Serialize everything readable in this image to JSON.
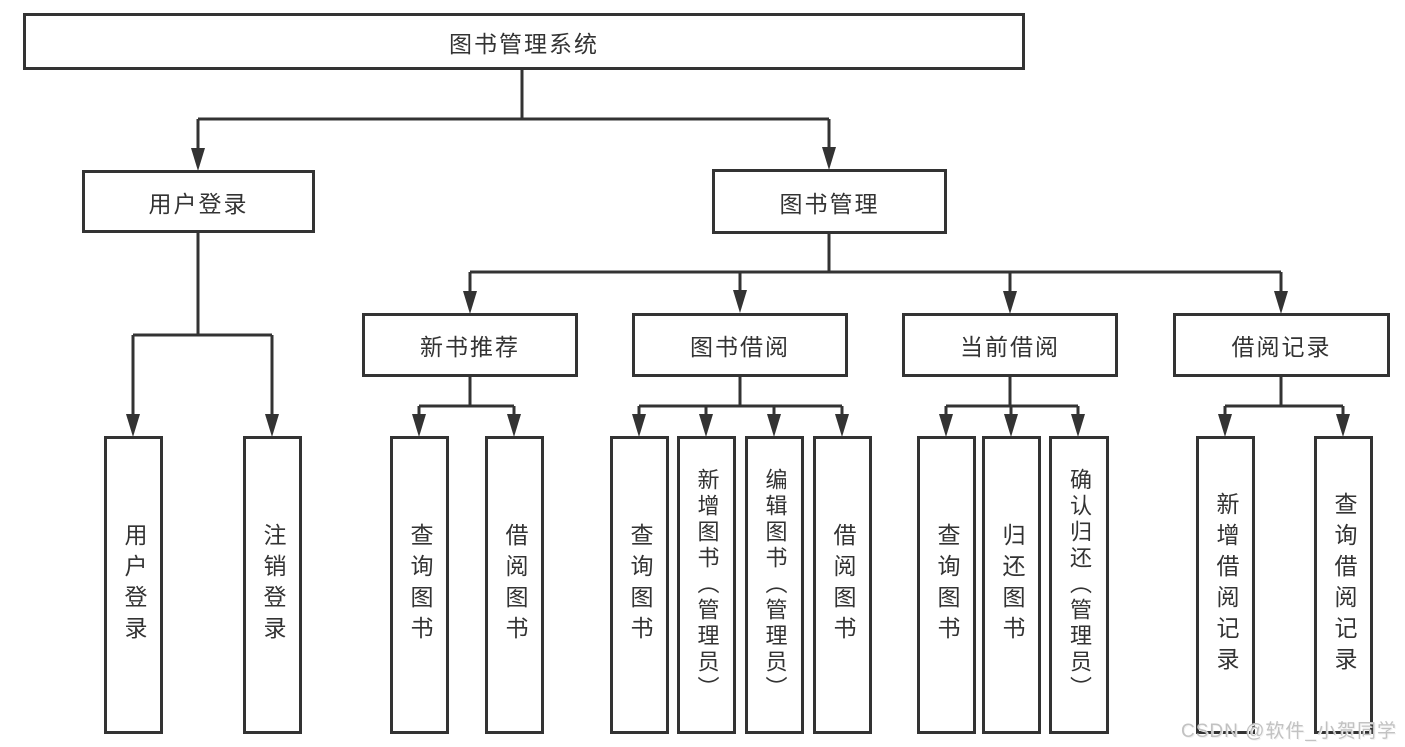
{
  "colors": {
    "ink": "#333333",
    "background": "#ffffff",
    "watermark": "#c2c2c2"
  },
  "watermark": {
    "text": "CSDN @软件_小贺同学"
  },
  "tree": {
    "root": {
      "label": "图书管理系统"
    },
    "branches": [
      {
        "label": "用户登录",
        "children": [
          {
            "label": "用户登录"
          },
          {
            "label": "注销登录"
          }
        ]
      },
      {
        "label": "图书管理",
        "children": [
          {
            "label": "新书推荐",
            "children": [
              {
                "label": "查询图书"
              },
              {
                "label": "借阅图书"
              }
            ]
          },
          {
            "label": "图书借阅",
            "children": [
              {
                "label": "查询图书"
              },
              {
                "label": "新增图书（管理员）"
              },
              {
                "label": "编辑图书（管理员）"
              },
              {
                "label": "借阅图书"
              }
            ]
          },
          {
            "label": "当前借阅",
            "children": [
              {
                "label": "查询图书"
              },
              {
                "label": "归还图书"
              },
              {
                "label": "确认归还（管理员）"
              }
            ]
          },
          {
            "label": "借阅记录",
            "children": [
              {
                "label": "新增借阅记录"
              },
              {
                "label": "查询借阅记录"
              }
            ]
          }
        ]
      }
    ]
  }
}
